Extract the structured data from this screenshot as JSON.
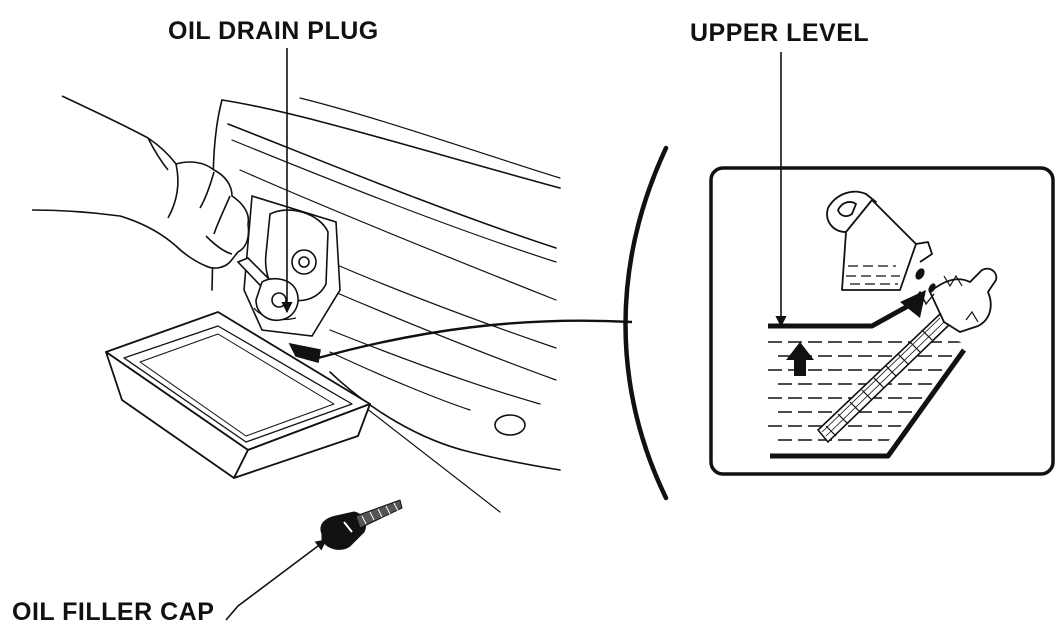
{
  "labels": {
    "oil_drain_plug": "OIL DRAIN PLUG",
    "upper_level": "UPPER LEVEL",
    "oil_filler_cap": "OIL FILLER CAP"
  },
  "colors": {
    "ink": "#111111",
    "background": "#ffffff"
  }
}
